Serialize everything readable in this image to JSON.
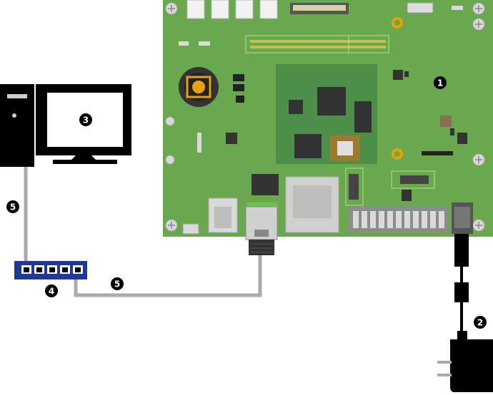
{
  "callouts": {
    "board": "1",
    "power_adapter": "2",
    "pc": "3",
    "hub": "4",
    "cable_pc": "5",
    "cable_board": "5"
  },
  "colors": {
    "board": "#6aa84f",
    "cable_gray": "#aaaaaa",
    "hub_blue": "#1f3a93",
    "black": "#000000",
    "chip_dark": "#333333",
    "gold": "#e8a300"
  },
  "icons": [
    "desktop-pc-icon",
    "network-hub-icon",
    "ac-adapter-icon",
    "ethernet-plug-icon"
  ]
}
